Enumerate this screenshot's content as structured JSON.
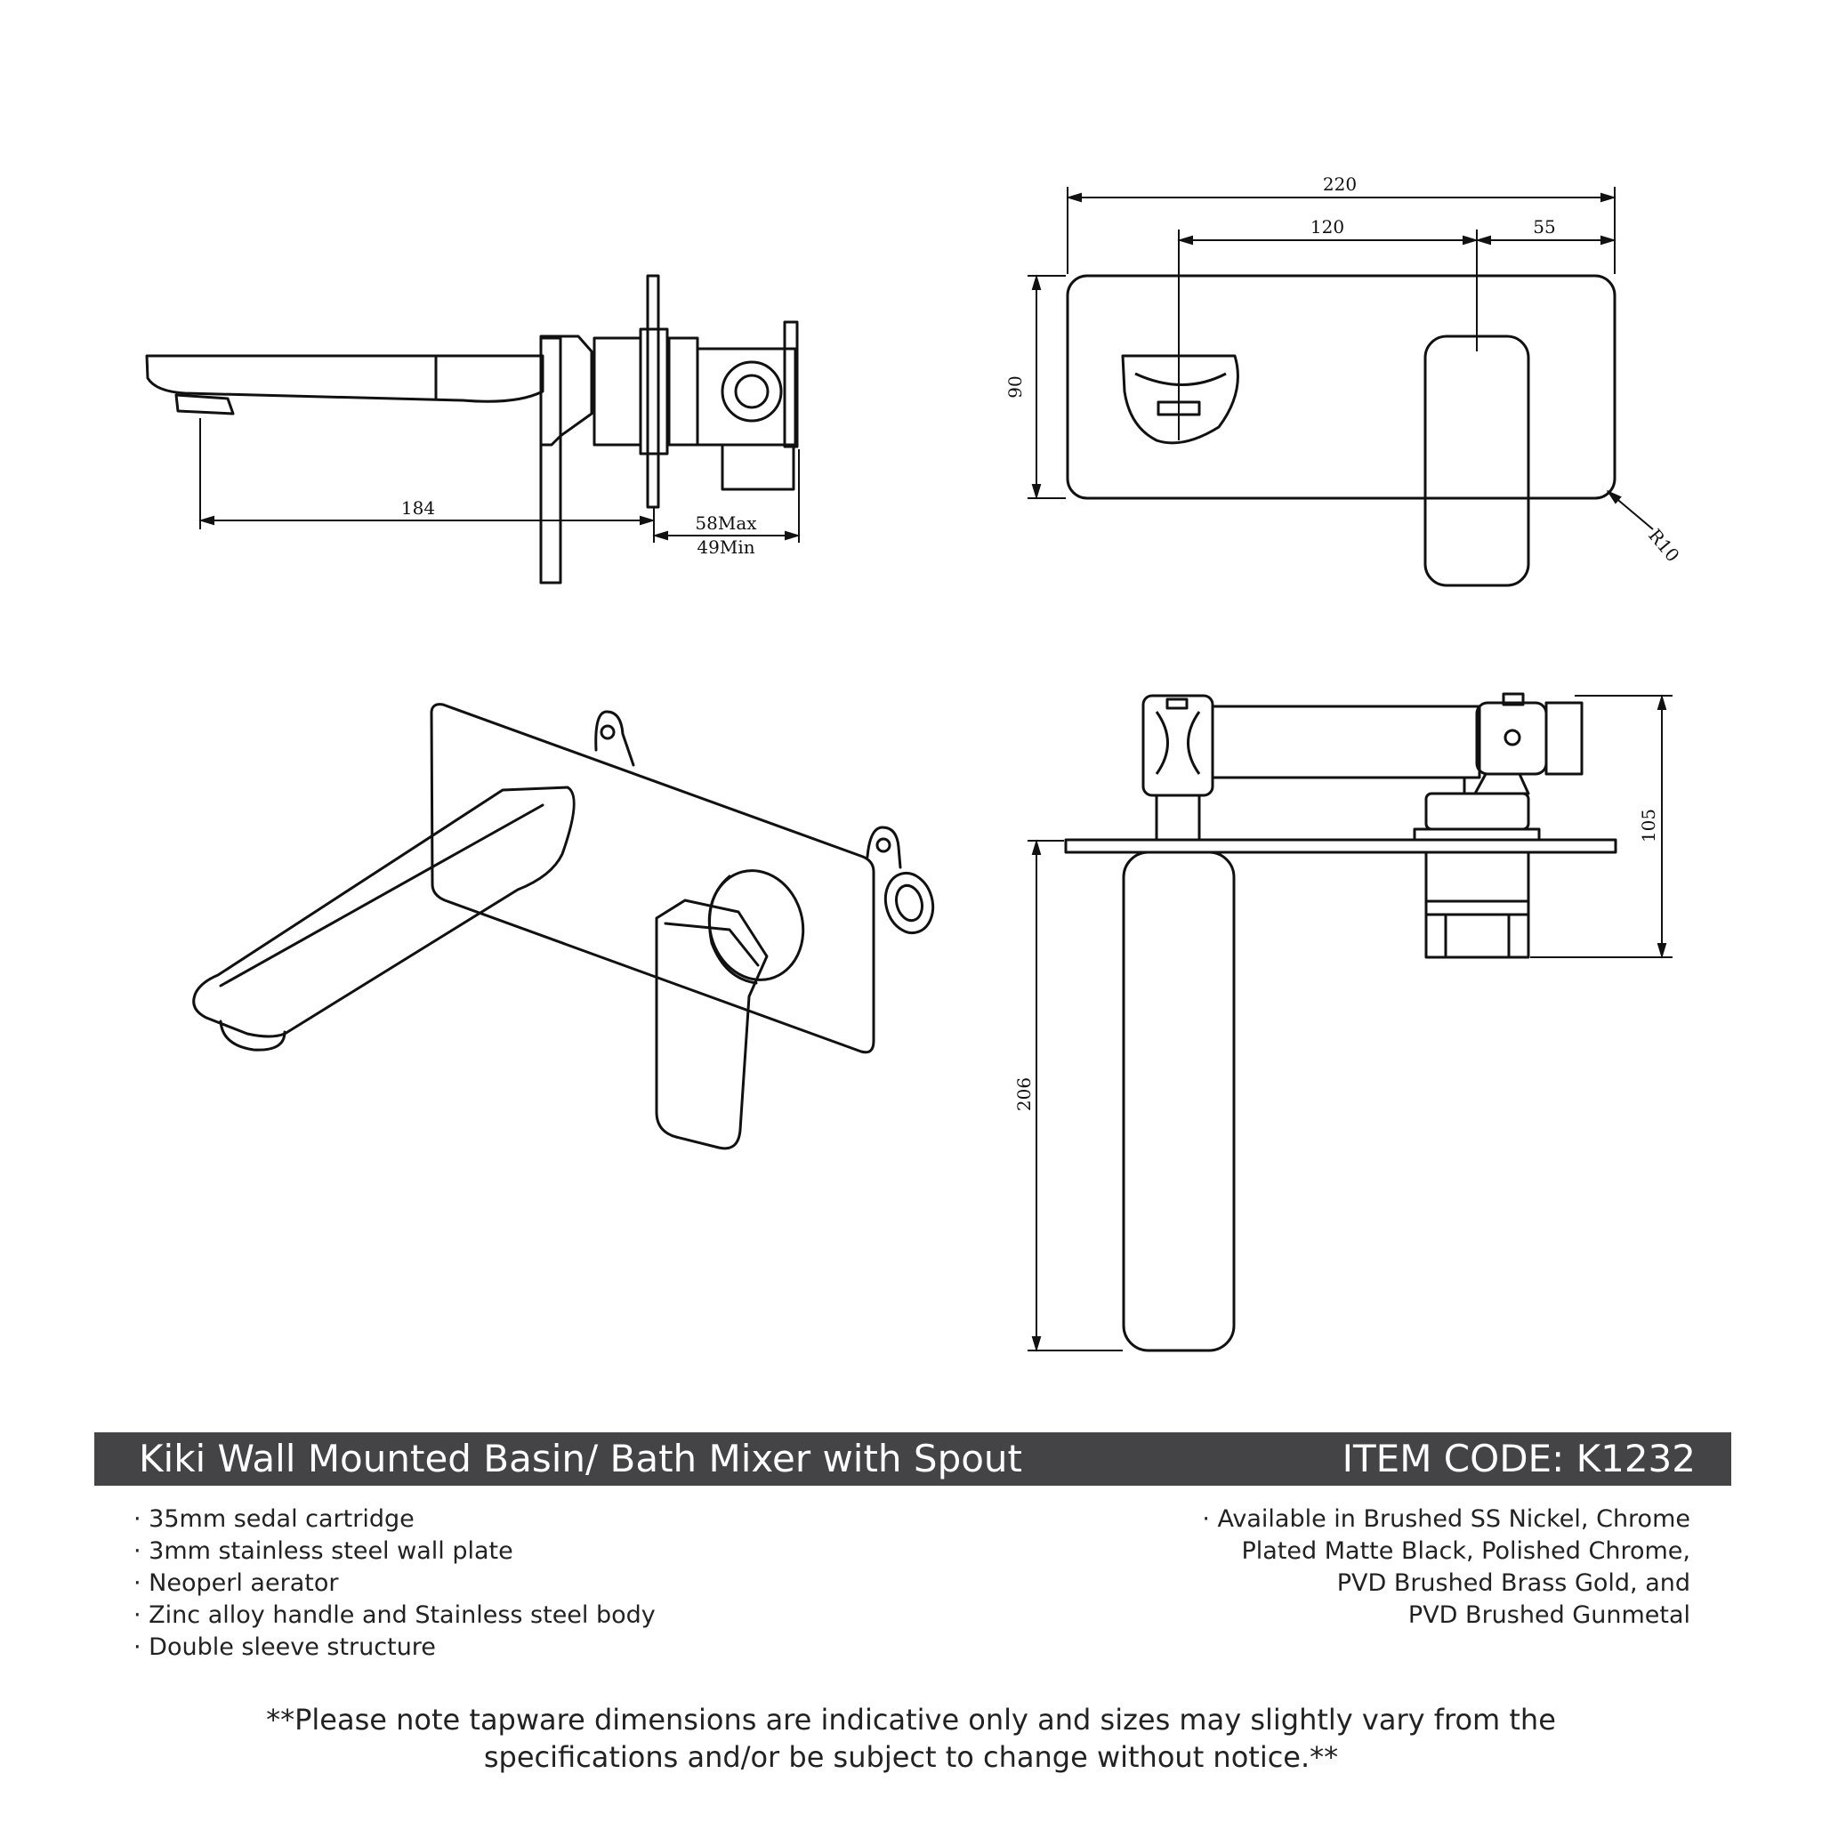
{
  "dimensions": {
    "top_left": {
      "length": "184",
      "depth_max": "58Max",
      "depth_min": "49Min"
    },
    "top_right": {
      "width": "220",
      "center": "120",
      "offset": "55",
      "height": "90",
      "radius": "R10"
    },
    "bottom_right": {
      "body": "105",
      "spout": "206"
    }
  },
  "product": {
    "title": "Kiki Wall Mounted Basin/ Bath Mixer with Spout",
    "item_code": "ITEM CODE: K1232"
  },
  "features": [
    "35mm sedal cartridge",
    "3mm stainless steel wall plate",
    "Neoperl aerator",
    "Zinc alloy handle and Stainless steel body",
    "Double sleeve structure"
  ],
  "finishes": [
    "· Available in Brushed SS Nickel, Chrome",
    "Plated Matte Black, Polished Chrome,",
    "PVD Brushed Brass Gold, and",
    "PVD Brushed Gunmetal"
  ],
  "disclaimer": [
    "**Please note tapware dimensions are indicative only and sizes may slightly vary from the",
    "specifications and/or be subject to change without notice.**"
  ],
  "colors": {
    "title_bar": "#444446",
    "line": "#111111"
  }
}
